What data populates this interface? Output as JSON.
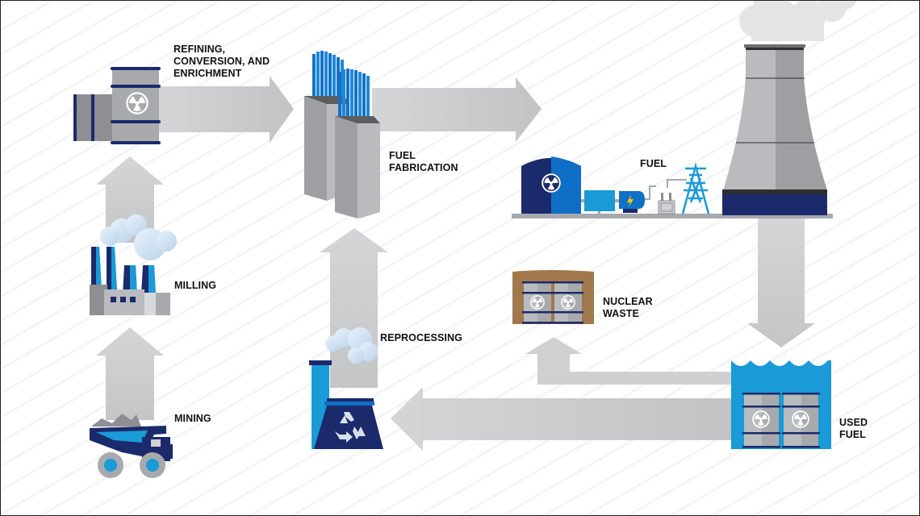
{
  "diagram": {
    "title": "Nuclear Fuel Cycle",
    "colors": {
      "navy": "#1b2a6b",
      "blue": "#0f6fc6",
      "light_blue": "#1a9ad6",
      "arrow_gray": "#cfd0d2",
      "steel_gray": "#a7a9ac",
      "dark_gray": "#8a8c8f",
      "soil_brown": "#a0784c"
    },
    "stages": [
      {
        "id": "mining",
        "lines": [
          "MINING"
        ],
        "icon": "haul-truck-icon"
      },
      {
        "id": "milling",
        "lines": [
          "MILLING"
        ],
        "icon": "mill-factory-icon"
      },
      {
        "id": "refining",
        "lines": [
          "REFINING,",
          "CONVERSION, AND",
          "ENRICHMENT"
        ],
        "icon": "barrel-icon"
      },
      {
        "id": "fabrication",
        "lines": [
          "FUEL",
          "FABRICATION"
        ],
        "icon": "fuel-assembly-icon"
      },
      {
        "id": "fuel",
        "lines": [
          "FUEL"
        ],
        "icon": "power-plant-icon"
      },
      {
        "id": "used_fuel",
        "lines": [
          "USED",
          "FUEL"
        ],
        "icon": "storage-pool-icon"
      },
      {
        "id": "nuclear_waste",
        "lines": [
          "NUCLEAR",
          "WASTE"
        ],
        "icon": "waste-barrels-icon"
      },
      {
        "id": "reprocessing",
        "lines": [
          "REPROCESSING"
        ],
        "icon": "recycling-plant-icon"
      }
    ],
    "flows": [
      {
        "from": "mining",
        "to": "milling"
      },
      {
        "from": "milling",
        "to": "refining"
      },
      {
        "from": "refining",
        "to": "fabrication"
      },
      {
        "from": "fabrication",
        "to": "fuel"
      },
      {
        "from": "fuel",
        "to": "used_fuel"
      },
      {
        "from": "used_fuel",
        "to": "reprocessing"
      },
      {
        "from": "used_fuel",
        "to": "nuclear_waste"
      },
      {
        "from": "reprocessing",
        "to": "fabrication"
      }
    ]
  }
}
